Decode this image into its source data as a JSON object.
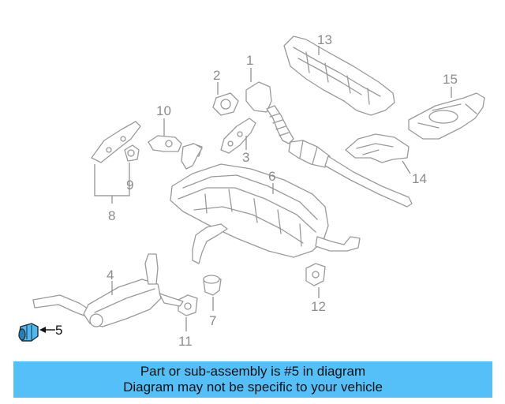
{
  "diagram": {
    "callouts": {
      "c1": "1",
      "c2": "2",
      "c3": "3",
      "c4": "4",
      "c5": "5",
      "c6": "6",
      "c7": "7",
      "c8": "8",
      "c9": "9",
      "c10": "10",
      "c11": "11",
      "c12": "12",
      "c13": "13",
      "c14": "14",
      "c15": "15"
    },
    "highlighted_part": "5",
    "colors": {
      "line": "#9a9a9a",
      "label": "#8c8c8c",
      "highlight_part": "#4fb8f0",
      "banner": "#55bff7"
    }
  },
  "banner": {
    "line1": "Part or sub-assembly is #5 in diagram",
    "line2": "Diagram may not be specific to your vehicle"
  }
}
